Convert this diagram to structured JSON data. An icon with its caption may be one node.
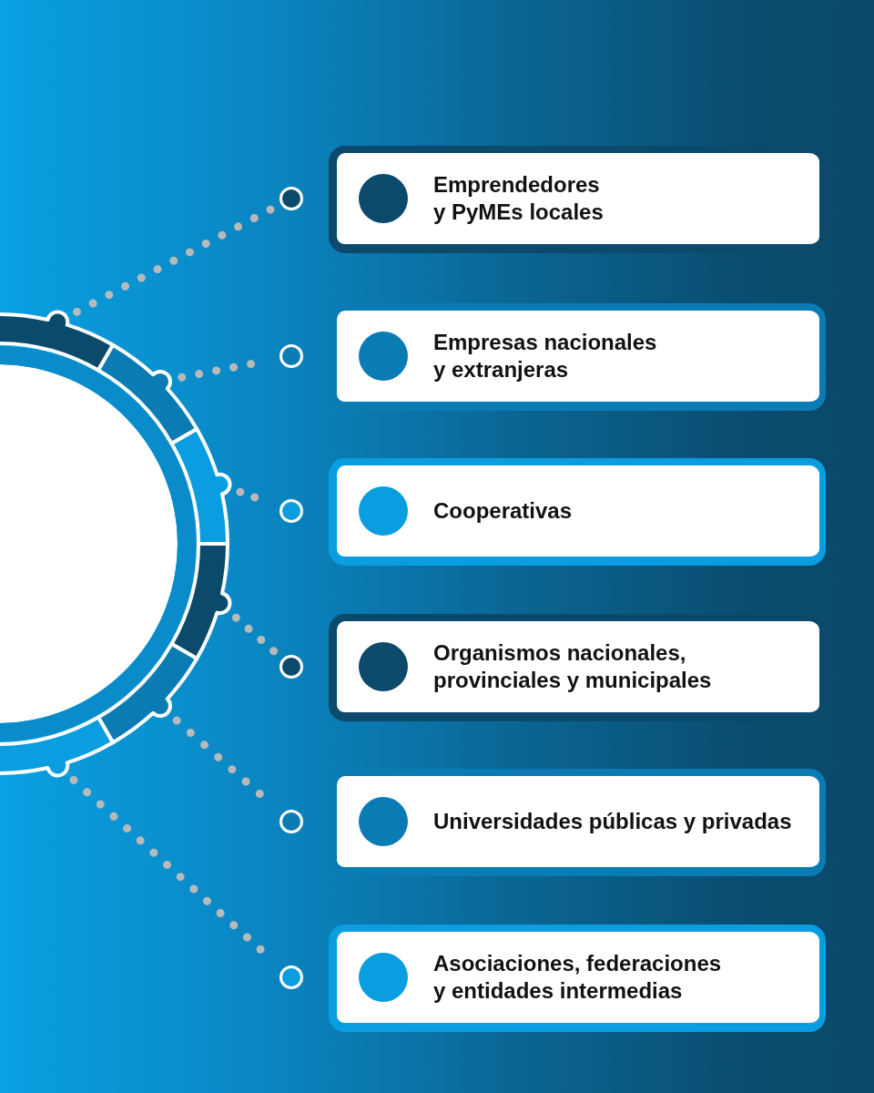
{
  "diagram": {
    "nodes": [
      {
        "text": [],
        "shape": "arc"
      },
      {
        "text": [],
        "shape": "arc"
      },
      {
        "text": [],
        "shape": "arc"
      },
      {
        "text": [],
        "shape": "arc"
      },
      {
        "text": [],
        "shape": "arc"
      },
      {
        "text": [],
        "shape": "arc"
      },
      {
        "text": [],
        "shape": "circle"
      },
      {
        "text": [],
        "shape": "circle"
      },
      {
        "text": [],
        "shape": "circle"
      },
      {
        "text": [],
        "shape": "circle"
      },
      {
        "text": [],
        "shape": "circle"
      },
      {
        "text": [],
        "shape": "circle"
      },
      {
        "text": [
          "Emprendedores y PyMEs locales"
        ]
      },
      {
        "text": [
          "Empresas nacionales y extranjeras"
        ]
      },
      {
        "text": [
          "Cooperativas"
        ]
      },
      {
        "text": [
          "Organismos nacionales, provinciales y municipales"
        ]
      },
      {
        "text": [
          "Universidades públicas y privadas"
        ]
      },
      {
        "text": [
          "Asociaciones, federaciones y entidades intermedias"
        ]
      }
    ],
    "edges": [
      {
        "from": 0,
        "to": 6,
        "arrow": "none"
      },
      {
        "from": 1,
        "to": 7,
        "arrow": "none"
      },
      {
        "from": 2,
        "to": 8,
        "arrow": "none"
      },
      {
        "from": 3,
        "to": 9,
        "arrow": "none"
      },
      {
        "from": 4,
        "to": 10,
        "arrow": "none"
      },
      {
        "from": 5,
        "to": 11,
        "arrow": "none"
      }
    ]
  }
}
